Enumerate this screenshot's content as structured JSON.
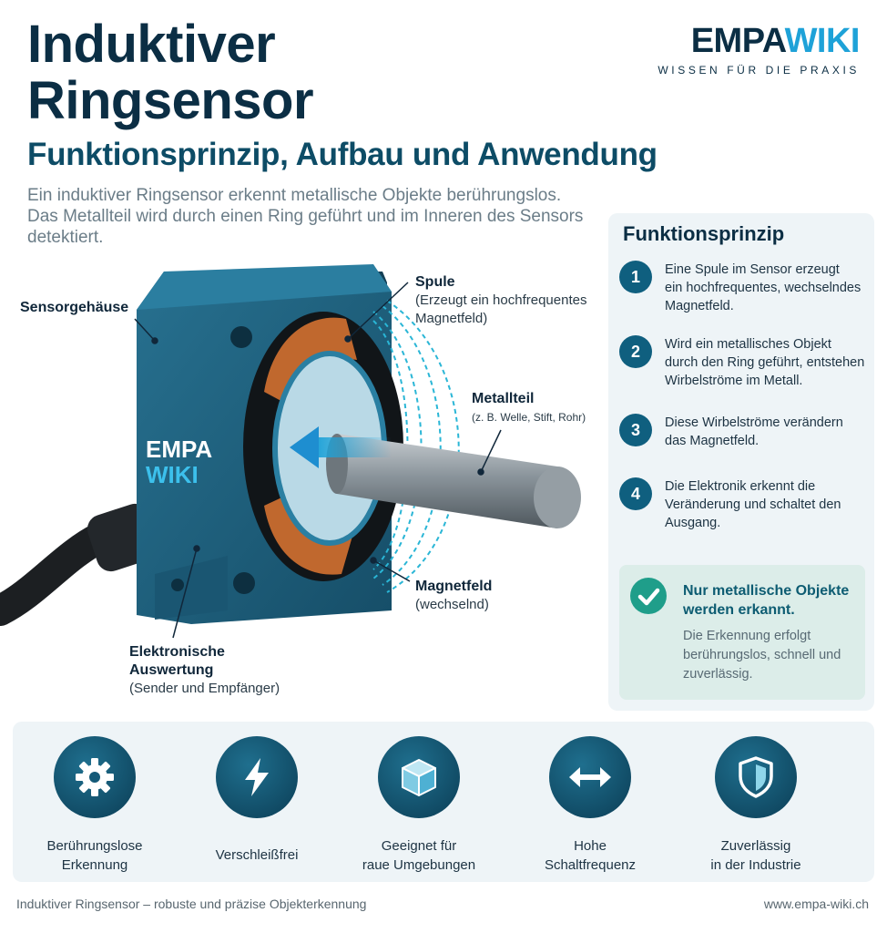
{
  "header": {
    "title_line1": "Induktiver",
    "title_line2": "Ringsensor",
    "subtitle": "Funktionsprinzip, Aufbau und Anwendung",
    "intro_line1": "Ein induktiver Ringsensor erkennt metallische Objekte berührungslos.",
    "intro_line2": "Das Metallteil wird durch einen Ring geführt und im Inneren des Sensors",
    "intro_line3": "detektiert."
  },
  "logo": {
    "part1": "EMPA",
    "part2": "WIKI",
    "tagline": "WISSEN FÜR DIE PRAXIS"
  },
  "diagram": {
    "housing_label": "Sensorgehäuse",
    "device_logo_1": "EMPA",
    "device_logo_2": "WIKI",
    "coil_title": "Spule",
    "coil_desc_1": "(Erzeugt ein hochfrequentes",
    "coil_desc_2": "Magnetfeld)",
    "metal_title": "Metallteil",
    "metal_desc": "(z. B. Welle, Stift, Rohr)",
    "field_title": "Magnetfeld",
    "field_desc": "(wechselnd)",
    "electronics_title_1": "Elektronische",
    "electronics_title_2": "Auswertung",
    "electronics_desc": "(Sender und Empfänger)"
  },
  "panel": {
    "title": "Funktionsprinzip",
    "steps": [
      {
        "num": "1",
        "line1": "Eine Spule im Sensor erzeugt",
        "line2": "ein hochfrequentes, wechselndes",
        "line3": "Magnetfeld."
      },
      {
        "num": "2",
        "line1": "Wird ein metallisches Objekt",
        "line2": "durch den Ring geführt, entstehen",
        "line3": "Wirbelströme im Metall."
      },
      {
        "num": "3",
        "line1": "Diese Wirbelströme verändern",
        "line2": "das Magnetfeld.",
        "line3": ""
      },
      {
        "num": "4",
        "line1": "Die Elektronik erkennt die",
        "line2": "Veränderung und schaltet den",
        "line3": "Ausgang."
      }
    ],
    "note": {
      "head_1": "Nur metallische Objekte",
      "head_2": "werden erkannt.",
      "body_1": "Die Erkennung erfolgt",
      "body_2": "berührungslos, schnell und",
      "body_3": "zuverlässig."
    }
  },
  "features": [
    {
      "icon": "gear-icon",
      "line1": "Berührungslose",
      "line2": "Erkennung"
    },
    {
      "icon": "lightning-icon",
      "line1": "Verschleißfrei",
      "line2": ""
    },
    {
      "icon": "cube-icon",
      "line1": "Geeignet für",
      "line2": "raue Umgebungen"
    },
    {
      "icon": "double-arrow-icon",
      "line1": "Hohe",
      "line2": "Schaltfrequenz"
    },
    {
      "icon": "shield-icon",
      "line1": "Zuverlässig",
      "line2": "in der Industrie"
    }
  ],
  "footer": {
    "left": "Induktiver Ringsensor – robuste und präzise Objekterkennung",
    "right": "www.empa-wiki.ch"
  },
  "colors": {
    "navy": "#0b2e44",
    "accent_blue": "#1ea2d8",
    "housing_teal": "#1f5f7f",
    "coil_copper": "#c0682e",
    "field_cyan": "#2ab6d6",
    "check_green": "#1f9e8a"
  }
}
